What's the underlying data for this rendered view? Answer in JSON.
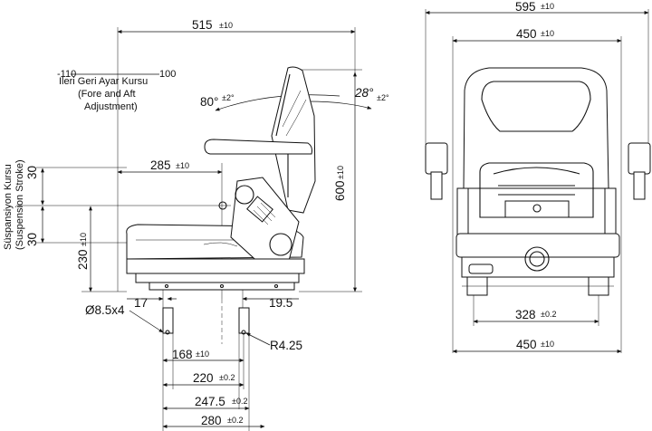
{
  "side_view": {
    "overall_depth": {
      "value": "515",
      "tol": "±10"
    },
    "fore_aft": {
      "minus": "-110",
      "plus": "100",
      "label_tr": "Ileri Geri Ayar Kursu",
      "label_en_1": "(Fore and Aft",
      "label_en_2": "Adjustment)"
    },
    "back_angle_fwd": {
      "value": "80°",
      "tol": "±2°"
    },
    "back_angle_rear": {
      "value": "28°",
      "tol": "±2°"
    },
    "seat_ref": {
      "value": "285",
      "tol": "±10"
    },
    "height": {
      "value": "600",
      "tol": "±10"
    },
    "suspension": {
      "label_tr": "Süspansiyon Kursu",
      "label_en": "(Suspension Stroke)",
      "up": "30",
      "down": "30"
    },
    "base_height": {
      "value": "230",
      "tol": "±10"
    },
    "hole_label": "Ø8.5x4",
    "offset_front": "17",
    "offset_rear": "19.5"
  },
  "rail_view": {
    "d168": {
      "value": "168",
      "tol": "±10"
    },
    "radius": "R4.25",
    "d220": {
      "value": "220",
      "tol": "±0.2"
    },
    "d247": {
      "value": "247.5",
      "tol": "±0.2"
    },
    "d280": {
      "value": "280",
      "tol": "±0.2"
    }
  },
  "front_view": {
    "overall_width": {
      "value": "595",
      "tol": "±10"
    },
    "seat_width": {
      "value": "450",
      "tol": "±10"
    },
    "rail_spacing": {
      "value": "328",
      "tol": "±0.2"
    },
    "base_width": {
      "value": "450",
      "tol": "±10"
    }
  }
}
